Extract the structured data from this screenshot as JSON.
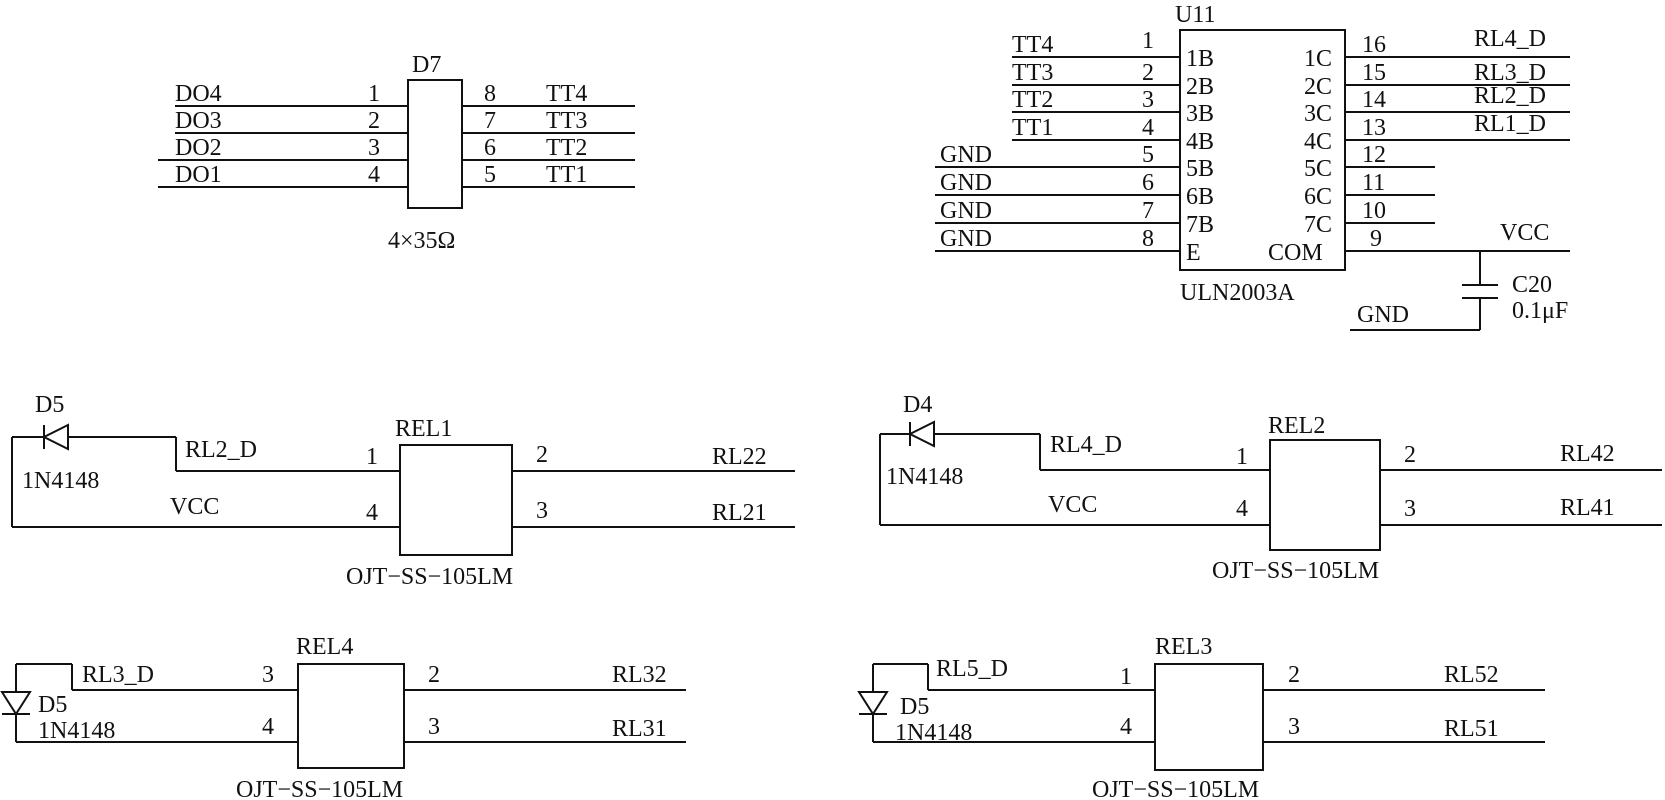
{
  "d7": {
    "ref": "D7",
    "value": "4×35Ω",
    "left_nets": [
      "DO4",
      "DO3",
      "DO2",
      "DO1"
    ],
    "left_pins": [
      "1",
      "2",
      "3",
      "4"
    ],
    "right_pins": [
      "8",
      "7",
      "6",
      "5"
    ],
    "right_nets": [
      "TT4",
      "TT3",
      "TT2",
      "TT1"
    ]
  },
  "u11": {
    "ref": "U11",
    "part": "ULN2003A",
    "left_nets": [
      "TT4",
      "TT3",
      "TT2",
      "TT1",
      "GND",
      "GND",
      "GND",
      "GND"
    ],
    "left_pins": [
      "1",
      "2",
      "3",
      "4",
      "5",
      "6",
      "7",
      "8"
    ],
    "left_names": [
      "1B",
      "2B",
      "3B",
      "4B",
      "5B",
      "6B",
      "7B",
      "E"
    ],
    "right_names": [
      "1C",
      "2C",
      "3C",
      "4C",
      "5C",
      "6C",
      "7C",
      "COM"
    ],
    "right_pins": [
      "16",
      "15",
      "14",
      "13",
      "12",
      "11",
      "10",
      "9"
    ],
    "right_nets": [
      "RL4_D",
      "RL3_D",
      "RL2_D",
      "RL1_D"
    ],
    "com_net": "VCC"
  },
  "c20": {
    "ref": "C20",
    "value": "0.1μF",
    "gnd": "GND"
  },
  "rel1": {
    "ref": "REL1",
    "part": "OJT−SS−105LM",
    "diode_ref": "D5",
    "diode_part": "1N4148",
    "coil_net": "RL2_D",
    "supply_net": "VCC",
    "pin_tl": "1",
    "pin_bl": "4",
    "pin_tr": "2",
    "pin_br": "3",
    "out_top": "RL22",
    "out_bottom": "RL21"
  },
  "rel2": {
    "ref": "REL2",
    "part": "OJT−SS−105LM",
    "diode_ref": "D4",
    "diode_part": "1N4148",
    "coil_net": "RL4_D",
    "supply_net": "VCC",
    "pin_tl": "1",
    "pin_bl": "4",
    "pin_tr": "2",
    "pin_br": "3",
    "out_top": "RL42",
    "out_bottom": "RL41"
  },
  "rel4": {
    "ref": "REL4",
    "part": "OJT−SS−105LM",
    "diode_ref": "D5",
    "diode_part": "1N4148",
    "coil_net": "RL3_D",
    "pin_tl": "3",
    "pin_bl": "4",
    "pin_tr": "2",
    "pin_br": "3",
    "out_top": "RL32",
    "out_bottom": "RL31"
  },
  "rel3": {
    "ref": "REL3",
    "part": "OJT−SS−105LM",
    "diode_ref": "D5",
    "diode_part": "1N4148",
    "coil_net": "RL5_D",
    "pin_tl": "1",
    "pin_bl": "4",
    "pin_tr": "2",
    "pin_br": "3",
    "out_top": "RL52",
    "out_bottom": "RL51"
  }
}
